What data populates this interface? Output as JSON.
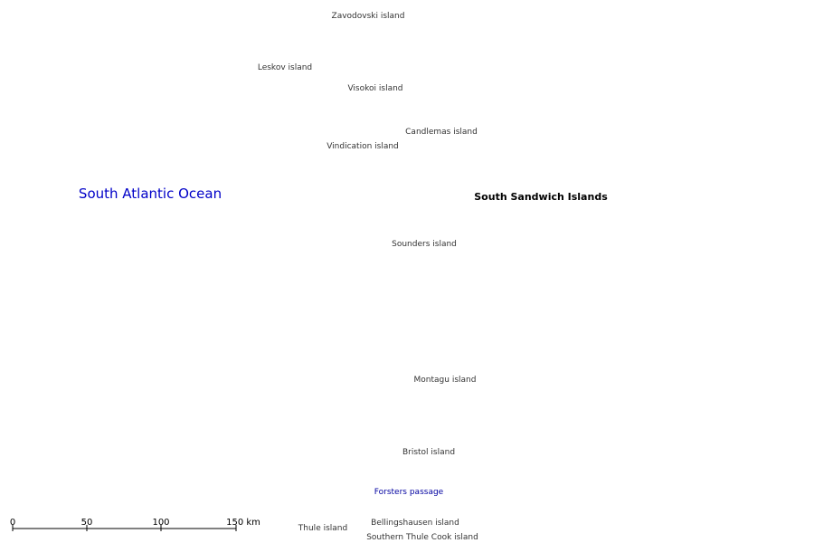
{
  "map": {
    "ocean_label": "South Atlantic Ocean",
    "group_label": "South Sandwich Islands",
    "passage_label": "Forsters passage",
    "colors": {
      "ocean_label": "#0000c8",
      "island_label": "#333333",
      "passage_label": "#0000a0",
      "background": "#ffffff"
    },
    "islands": {
      "zavodovski": "Zavodovski island",
      "leskov": "Leskov island",
      "visokoi": "Visokoi island",
      "candlemas": "Candlemas island",
      "vindication": "Vindication island",
      "saunders": "Sounders island",
      "montagu": "Montagu island",
      "bristol": "Bristol island",
      "bellingshausen": "Bellingshausen island",
      "thule": "Thule island",
      "cook": "Southern Thule Cook island"
    }
  },
  "scale": {
    "ticks": [
      "0",
      "50",
      "100",
      "150 km"
    ]
  }
}
